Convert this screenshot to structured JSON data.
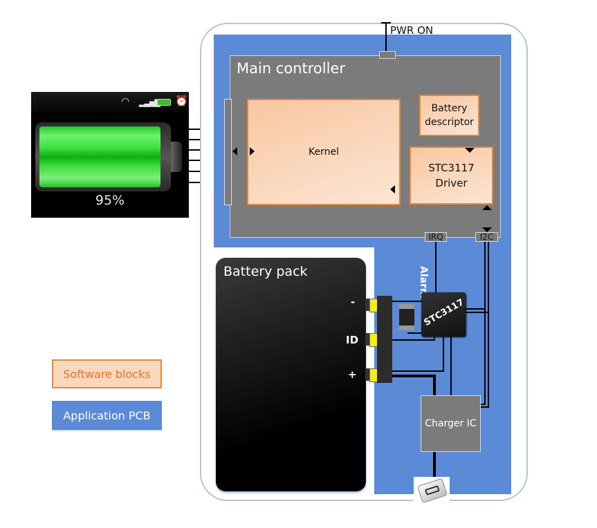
{
  "phone": {
    "status_icons": [
      "wifi-icon",
      "signal-icon",
      "battery-icon",
      "alarm-clock-icon"
    ],
    "battery_level_percent": 95,
    "battery_label": "95%"
  },
  "diagram": {
    "pwr_on_label": "PWR ON",
    "main_controller_title": "Main controller",
    "kernel_label": "Kernel",
    "battery_descriptor_label_line1": "Battery",
    "battery_descriptor_label_line2": "descriptor",
    "stc_driver_label_line1": "STC3117",
    "stc_driver_label_line2": "Driver",
    "irq_label": "IRQ",
    "i2c_label": "I2C",
    "alarm_label": "Alarm",
    "battery_pack_title": "Battery pack",
    "terminals": [
      "-",
      "ID",
      "+"
    ],
    "chip_label": "STC3117",
    "charger_label": "Charger IC",
    "usb_connector": "usb-micro-connector"
  },
  "legend": {
    "software_blocks": "Software blocks",
    "application_pcb": "Application PCB"
  },
  "colors": {
    "pcb_blue": "#5b8ad6",
    "controller_gray": "#7b7b7b",
    "software_orange": "#e08a3a",
    "terminal_yellow": "#f5ee10",
    "battery_green": "#3ee03e"
  }
}
